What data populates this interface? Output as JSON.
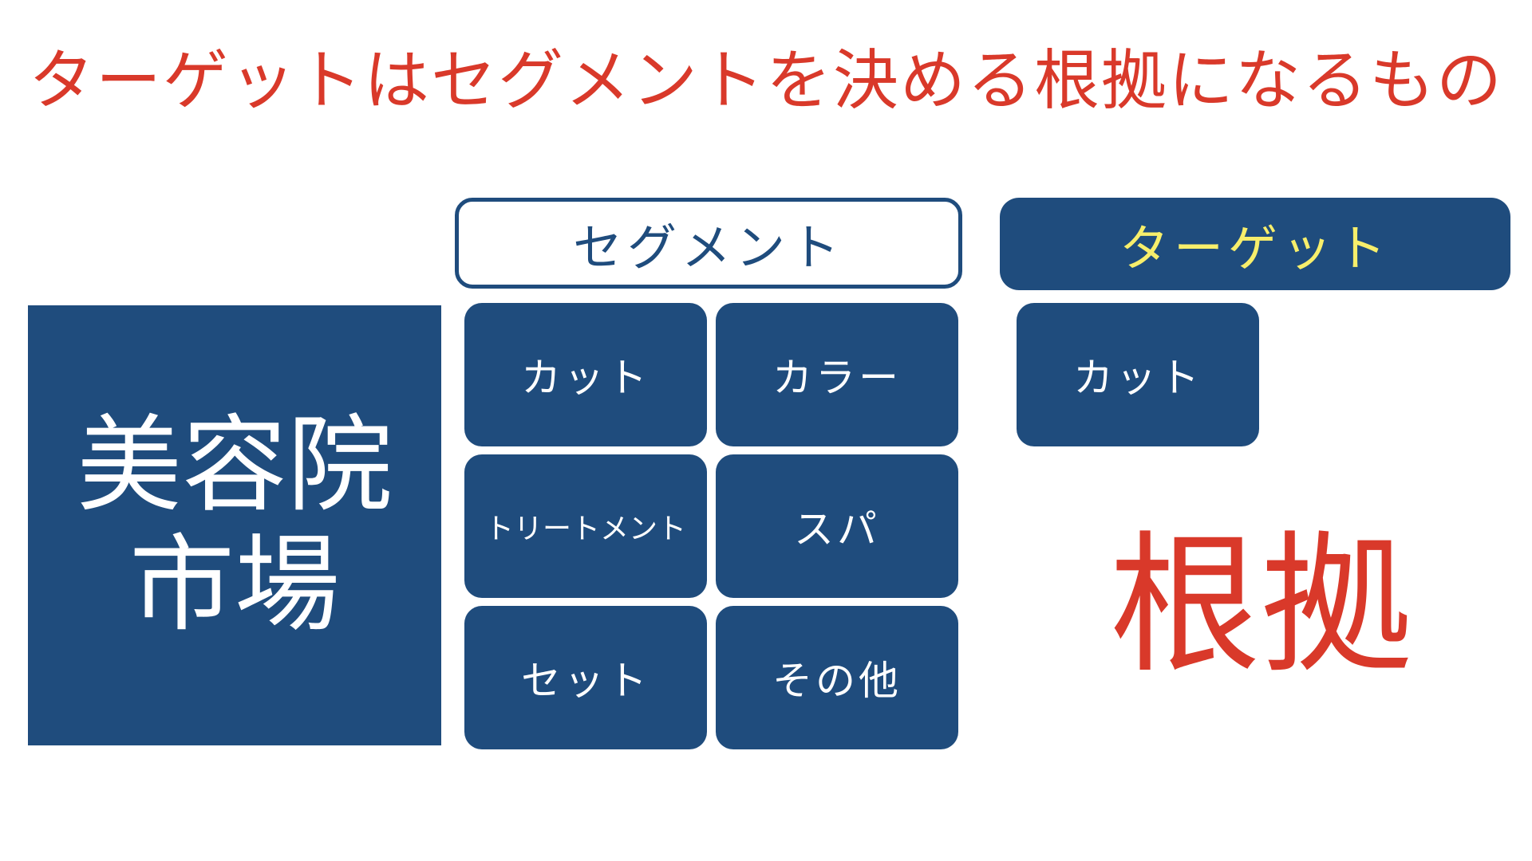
{
  "title": "ターゲットはセグメントを決める根拠になるもの",
  "market": {
    "line1": "美容院",
    "line2": "市場"
  },
  "segment": {
    "header": "セグメント",
    "items": [
      "カット",
      "カラー",
      "トリートメント",
      "スパ",
      "セット",
      "その他"
    ]
  },
  "target": {
    "header": "ターゲット",
    "items": [
      "カット"
    ]
  },
  "basis": "根拠",
  "colors": {
    "navy": "#1f4c7d",
    "red": "#d9392a",
    "yellow": "#f7ee6b",
    "white": "#ffffff"
  }
}
